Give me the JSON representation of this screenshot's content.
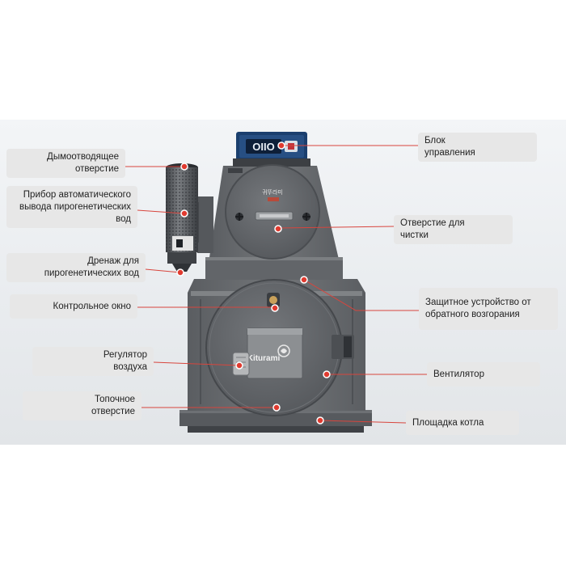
{
  "annotations": {
    "left": [
      {
        "id": "smoke-outlet",
        "text": "Дымоотводящее\nотверстие"
      },
      {
        "id": "auto-drain-device",
        "text": "Прибор автоматического\nвывода пирогенетических\nвод"
      },
      {
        "id": "drainage",
        "text": "Дренаж для\nпирогенетических вод"
      },
      {
        "id": "control-window",
        "text": "Контрольное окно"
      },
      {
        "id": "air-regulator",
        "text": "Регулятор\nвоздуха"
      },
      {
        "id": "firebox-opening",
        "text": "Топочное\nотверстие"
      }
    ],
    "right": [
      {
        "id": "control-unit",
        "text": "Блок\nуправления"
      },
      {
        "id": "cleaning-opening",
        "text": "Отверстие для\nчистки"
      },
      {
        "id": "backfire-protection",
        "text": "Защитное устройство от\nобратного возгорания"
      },
      {
        "id": "fan",
        "text": "Вентилятор"
      },
      {
        "id": "boiler-platform",
        "text": "Площадка котла"
      }
    ]
  },
  "device_text": {
    "brand": "Kiturami",
    "korean_brand": "귀뚜라미",
    "panel_readout": "OIIO"
  },
  "colors": {
    "body": "#6b6e72",
    "body_dark": "#55585c",
    "door": "#5e6165",
    "marker": "#e03a2f",
    "leader": "#d8453d",
    "label_bg": "#e7e7e7",
    "control_panel": "#1b3f6e"
  }
}
